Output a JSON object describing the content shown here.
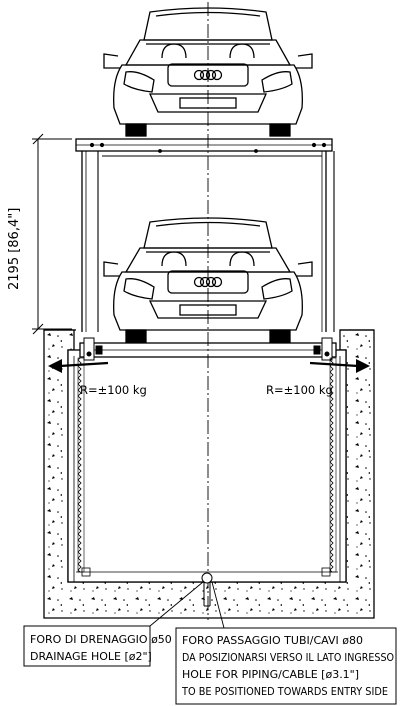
{
  "dimension_height": "2195 [86,4\"]",
  "reaction_left": "R=±100 kg",
  "reaction_right": "R=±100 kg",
  "drainage_box": {
    "line1": "FORO DI DRENAGGIO ø50",
    "line2": "DRAINAGE HOLE [ø2\"]"
  },
  "piping_box": {
    "line1": "FORO PASSAGGIO TUBI/CAVI ø80",
    "line2": "DA POSIZIONARSI VERSO IL LATO INGRESSO",
    "line3": "HOLE FOR PIPING/CABLE [ø3.1\"]",
    "line4": "TO BE POSITIONED TOWARDS ENTRY SIDE"
  }
}
